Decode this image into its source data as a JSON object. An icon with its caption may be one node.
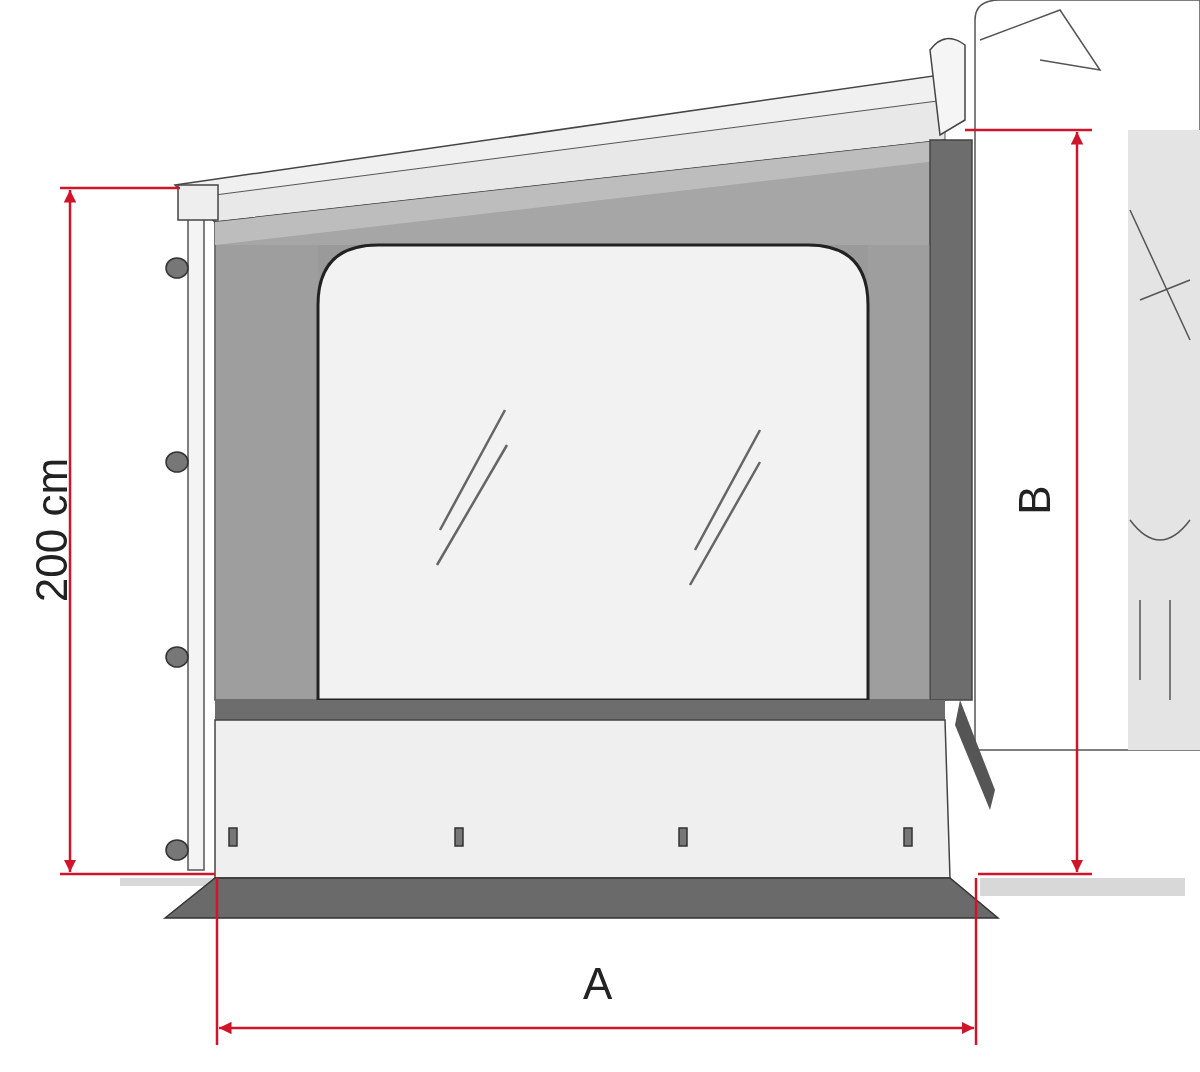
{
  "diagram": {
    "labels": [
      "200 cm",
      "B",
      "A"
    ]
  }
}
